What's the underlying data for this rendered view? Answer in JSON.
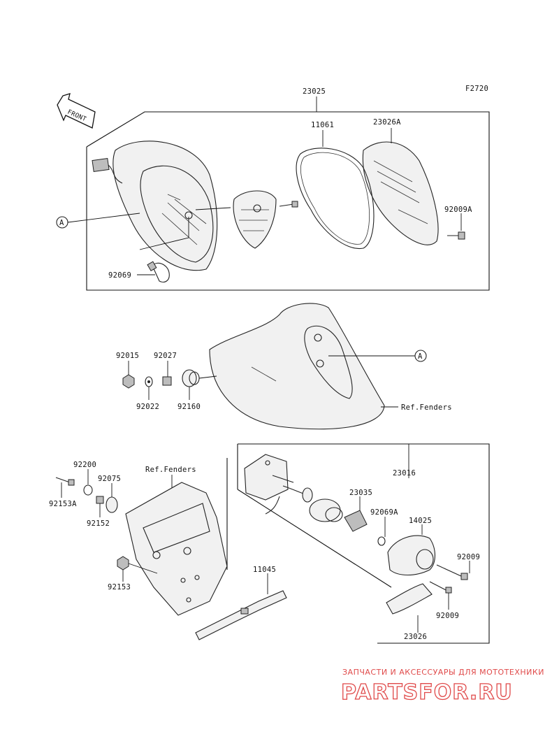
{
  "figure_code": "F2720",
  "front_arrow": "FRONT",
  "callout_letter": "A",
  "parts": {
    "p23025": "23025",
    "p11061": "11061",
    "p23026A": "23026A",
    "p92009A": "92009A",
    "p92069": "92069",
    "p92015": "92015",
    "p92027": "92027",
    "p92022": "92022",
    "p92160": "92160",
    "ref_fenders_1": "Ref.Fenders",
    "p92200": "92200",
    "p92075": "92075",
    "p92153A": "92153A",
    "p92152": "92152",
    "ref_fenders_2": "Ref.Fenders",
    "p92153": "92153",
    "p11045": "11045",
    "p23016": "23016",
    "p23035": "23035",
    "p92069A": "92069A",
    "p14025": "14025",
    "p92009_a": "92009",
    "p92009_b": "92009",
    "p23026": "23026"
  },
  "watermark": {
    "line1": "ЗАПЧАСТИ И АКСЕССУАРЫ ДЛЯ МОТОТЕХНИКИ",
    "line2": "PARTSFOR.RU",
    "color": "#e04a4a"
  }
}
